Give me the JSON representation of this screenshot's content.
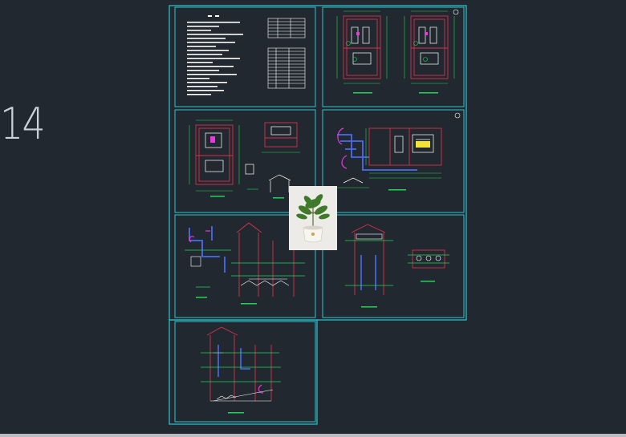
{
  "sheet_number": "14",
  "colors": {
    "background": "#212830",
    "frame": "#2fc6cf",
    "wall": "#d8324a",
    "dim": "#22d455",
    "pipe": "#4a6bf0",
    "accent": "#e838e0",
    "text": "#ffffff"
  },
  "panels": [
    {
      "name": "design-notes-panel"
    },
    {
      "name": "floor-plans-panel"
    },
    {
      "name": "equipment-plan-panel"
    },
    {
      "name": "piping-plan-panel"
    },
    {
      "name": "section-a-panel"
    },
    {
      "name": "section-b-panel"
    },
    {
      "name": "section-c-panel"
    }
  ],
  "thumbnail": {
    "name": "plant-photo-thumbnail"
  }
}
